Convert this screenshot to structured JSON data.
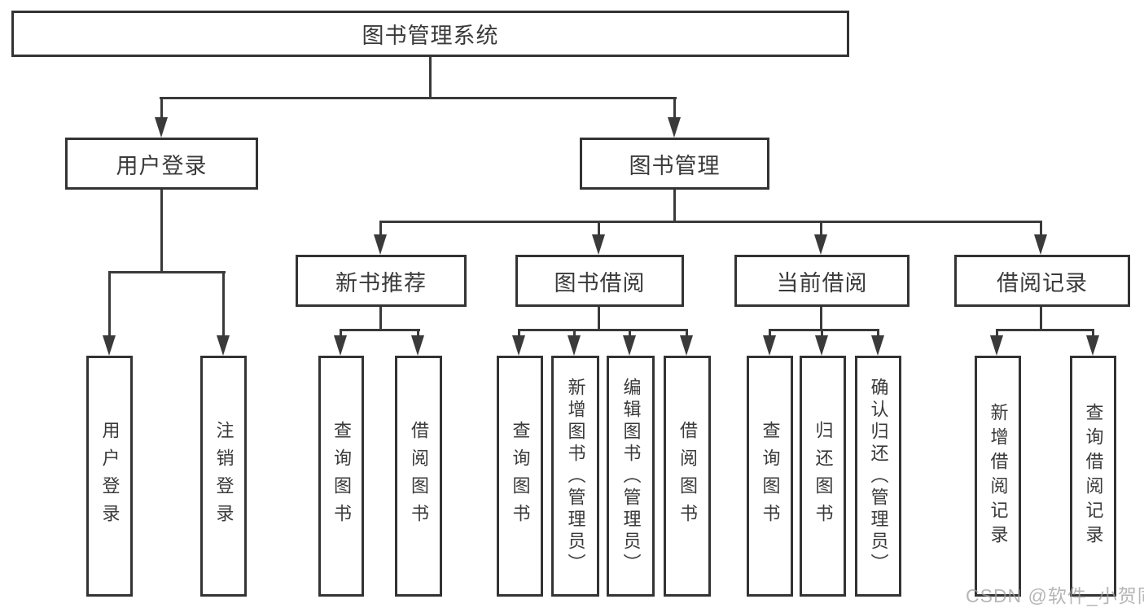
{
  "diagram": {
    "title": "图书管理系统",
    "type": "hierarchy-tree"
  },
  "nodes": {
    "root": "图书管理系统",
    "level2": [
      "用户登录",
      "图书管理"
    ],
    "level3": [
      "新书推荐",
      "图书借阅",
      "当前借阅",
      "借阅记录"
    ],
    "leaves_user": [
      "用户登录",
      "注销登录"
    ],
    "leaves_recommend": [
      "查询图书",
      "借阅图书"
    ],
    "leaves_borrow": [
      "查询图书",
      "新增图书（管理员）",
      "编辑图书（管理员）",
      "借阅图书"
    ],
    "leaves_current": [
      "查询图书",
      "归还图书",
      "确认归还（管理员）"
    ],
    "leaves_records": [
      "新增借阅记录",
      "查询借阅记录"
    ]
  },
  "watermark": "CSDN @软件_小贺同学",
  "colors": {
    "line": "#3a3a3a",
    "border": "#333333",
    "text": "#3a3a3a",
    "background": "#ffffff",
    "watermark": "#9e9e9e"
  }
}
